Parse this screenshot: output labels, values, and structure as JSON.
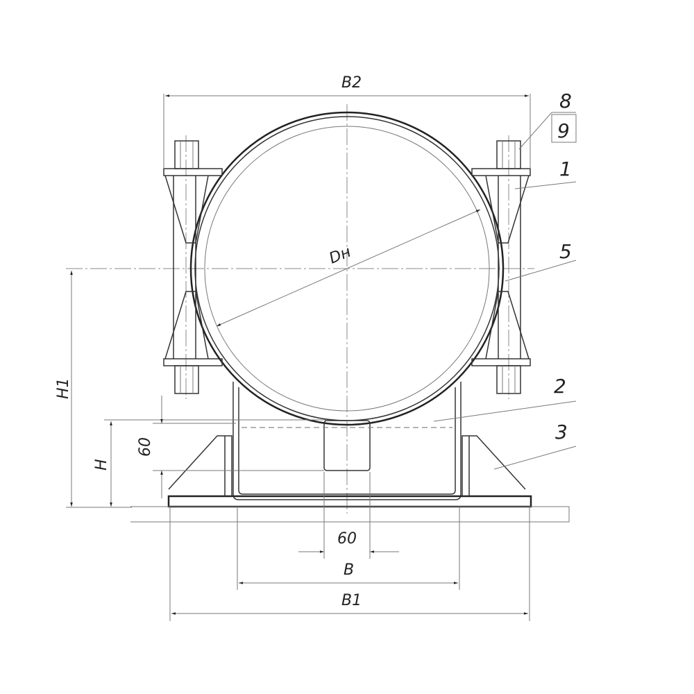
{
  "dimensions": {
    "b2": "B2",
    "b1": "B1",
    "b": "B",
    "h1": "H1",
    "h": "H",
    "dn": "Dн",
    "height_60": "60",
    "width_60": "60"
  },
  "callouts": [
    "8",
    "9",
    "1",
    "5",
    "2",
    "3"
  ]
}
